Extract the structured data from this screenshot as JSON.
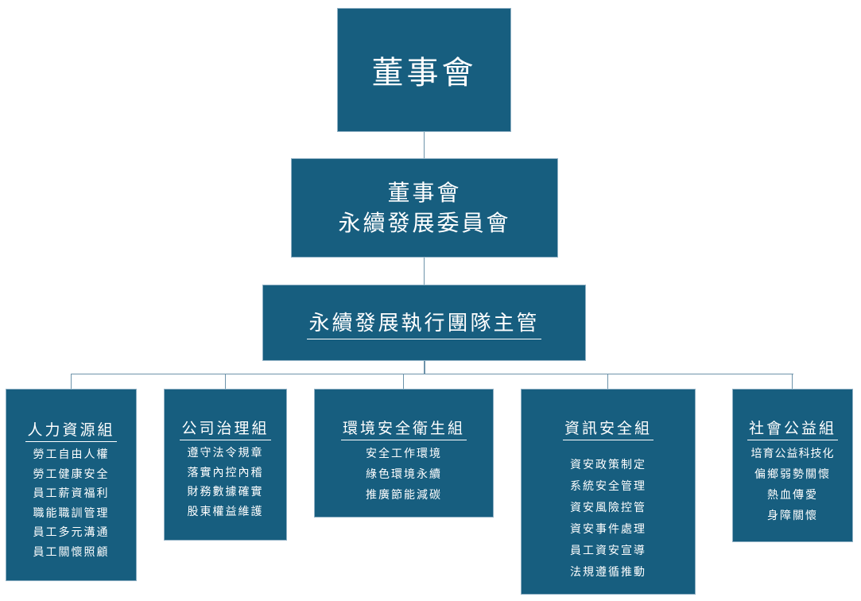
{
  "board": "董事會",
  "committee": [
    "董事會",
    "永續發展委員會"
  ],
  "executive": "永續發展執行團隊主管",
  "groups": [
    {
      "title": "人力資源組",
      "items": [
        "勞工自由人權",
        "勞工健康安全",
        "員工薪資福利",
        "職能職訓管理",
        "員工多元溝通",
        "員工關懷照顧"
      ]
    },
    {
      "title": "公司治理組",
      "items": [
        "遵守法令規章",
        "落實內控內稽",
        "財務數據確實",
        "股東權益維護"
      ]
    },
    {
      "title": "環境安全衛生組",
      "items": [
        "安全工作環境",
        "綠色環境永續",
        "推廣節能減碳"
      ]
    },
    {
      "title": "資訊安全組",
      "items": [
        "資安政策制定",
        "系統安全管理",
        "資安風險控管",
        "資安事件處理",
        "員工資安宣導",
        "法規遵循推動"
      ]
    },
    {
      "title": "社會公益組",
      "items": [
        "培育公益科技化",
        "偏鄉弱勢關懷",
        "熱血傳愛",
        "身障關懷"
      ]
    }
  ],
  "colors": {
    "box": "#175e7f",
    "line": "#6d93aa"
  }
}
